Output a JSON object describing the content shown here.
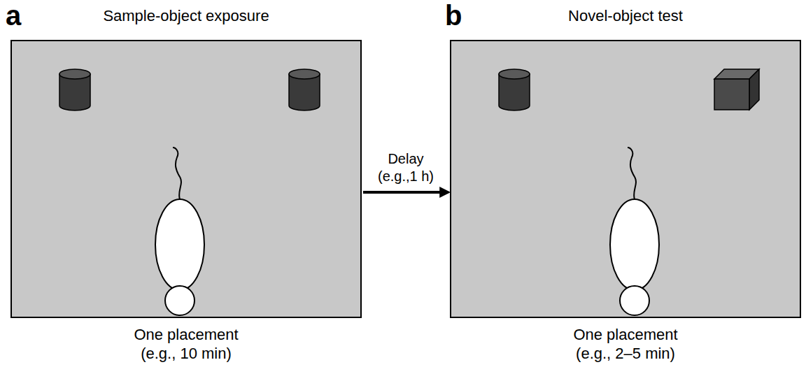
{
  "diagram": {
    "nodes": [
      {
        "text": [
          "Sample-object exposure",
          "One placement (e.g., 10 min)"
        ]
      },
      {
        "text": [
          "Novel-object test",
          "One placement (e.g., 2–5 min)"
        ]
      }
    ],
    "edges": [
      {
        "from": 0,
        "to": 1,
        "arrow": "to",
        "label": "Delay (e.g.,1 h)"
      }
    ],
    "labels": [
      "a",
      "b"
    ]
  }
}
